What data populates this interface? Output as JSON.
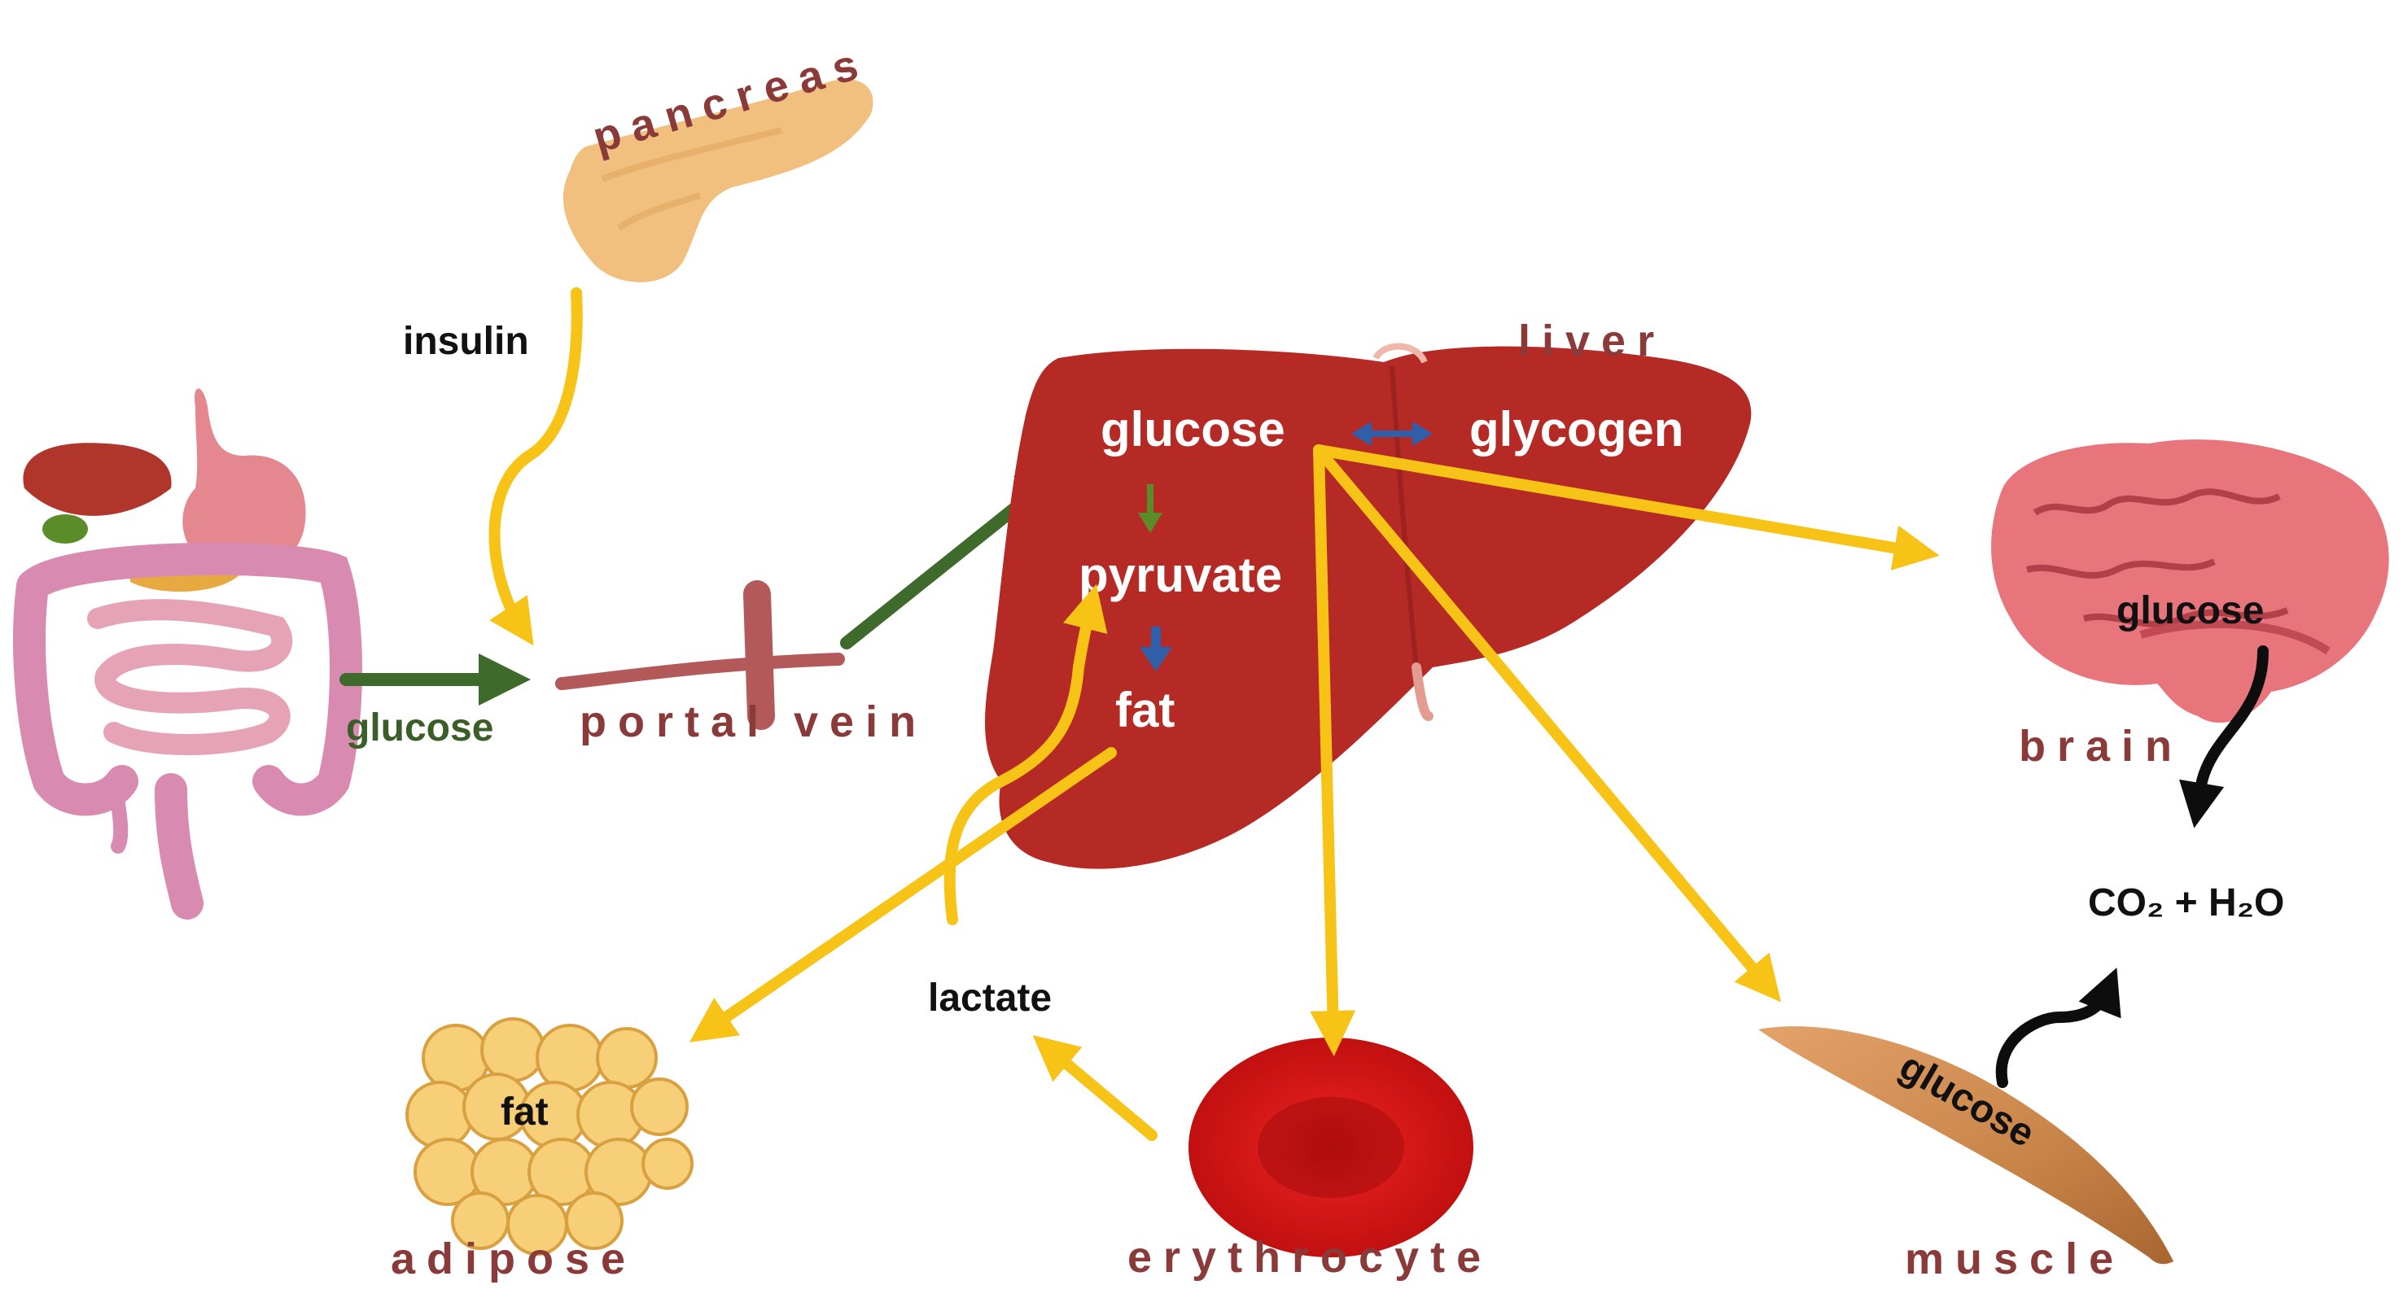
{
  "organs": {
    "pancreas": "pancreas",
    "liver": "liver",
    "portal_vein": "portal vein",
    "brain": "brain",
    "adipose": "adipose",
    "erythrocyte": "erythrocyte",
    "muscle": "muscle"
  },
  "molecules": {
    "insulin": "insulin",
    "glucose_intestine": "glucose",
    "liver_glucose": "glucose",
    "liver_glycogen": "glycogen",
    "liver_pyruvate": "pyruvate",
    "liver_fat": "fat",
    "brain_glucose": "glucose",
    "muscle_glucose": "glucose",
    "adipose_fat": "fat",
    "lactate": "lactate",
    "co2_h2o": "CO₂ + H₂O"
  },
  "colors": {
    "organ_label": "#8b3a3a",
    "yellow_arrow": "#f7c316",
    "green_arrow": "#3e6a2c",
    "blue_arrow": "#2f5fa8",
    "black_arrow": "#0d0d0d",
    "liver": "#b52a25"
  }
}
